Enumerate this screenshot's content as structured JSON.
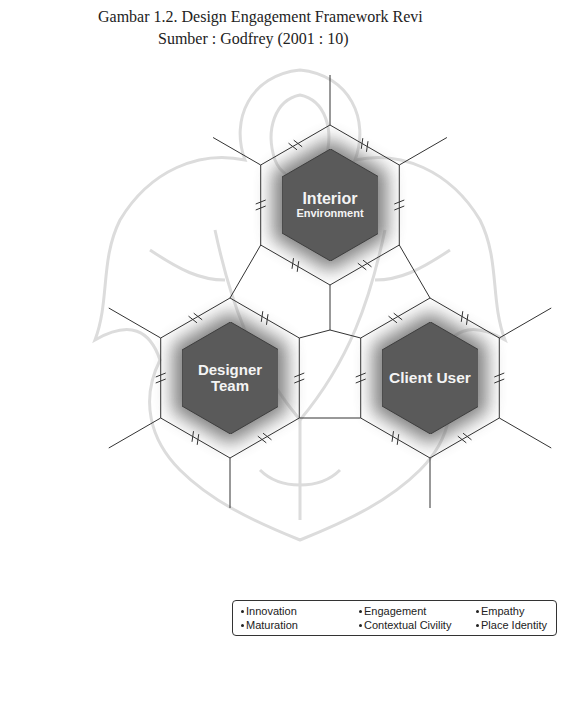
{
  "diagram": {
    "title": "Gambar 1.2. Design Engagement Framework Revi",
    "caption": "Sumber : Godfrey (2001 : 10)",
    "nodes": [
      {
        "text": [
          "Interior",
          "Environment"
        ]
      },
      {
        "text": [
          "Designer Team"
        ]
      },
      {
        "text": [
          "Client User"
        ]
      },
      {
        "text": [
          "Innovation",
          "Engagement",
          "Empathy",
          "Maturation",
          "Contextual Civility",
          "Place Identity"
        ]
      }
    ]
  }
}
